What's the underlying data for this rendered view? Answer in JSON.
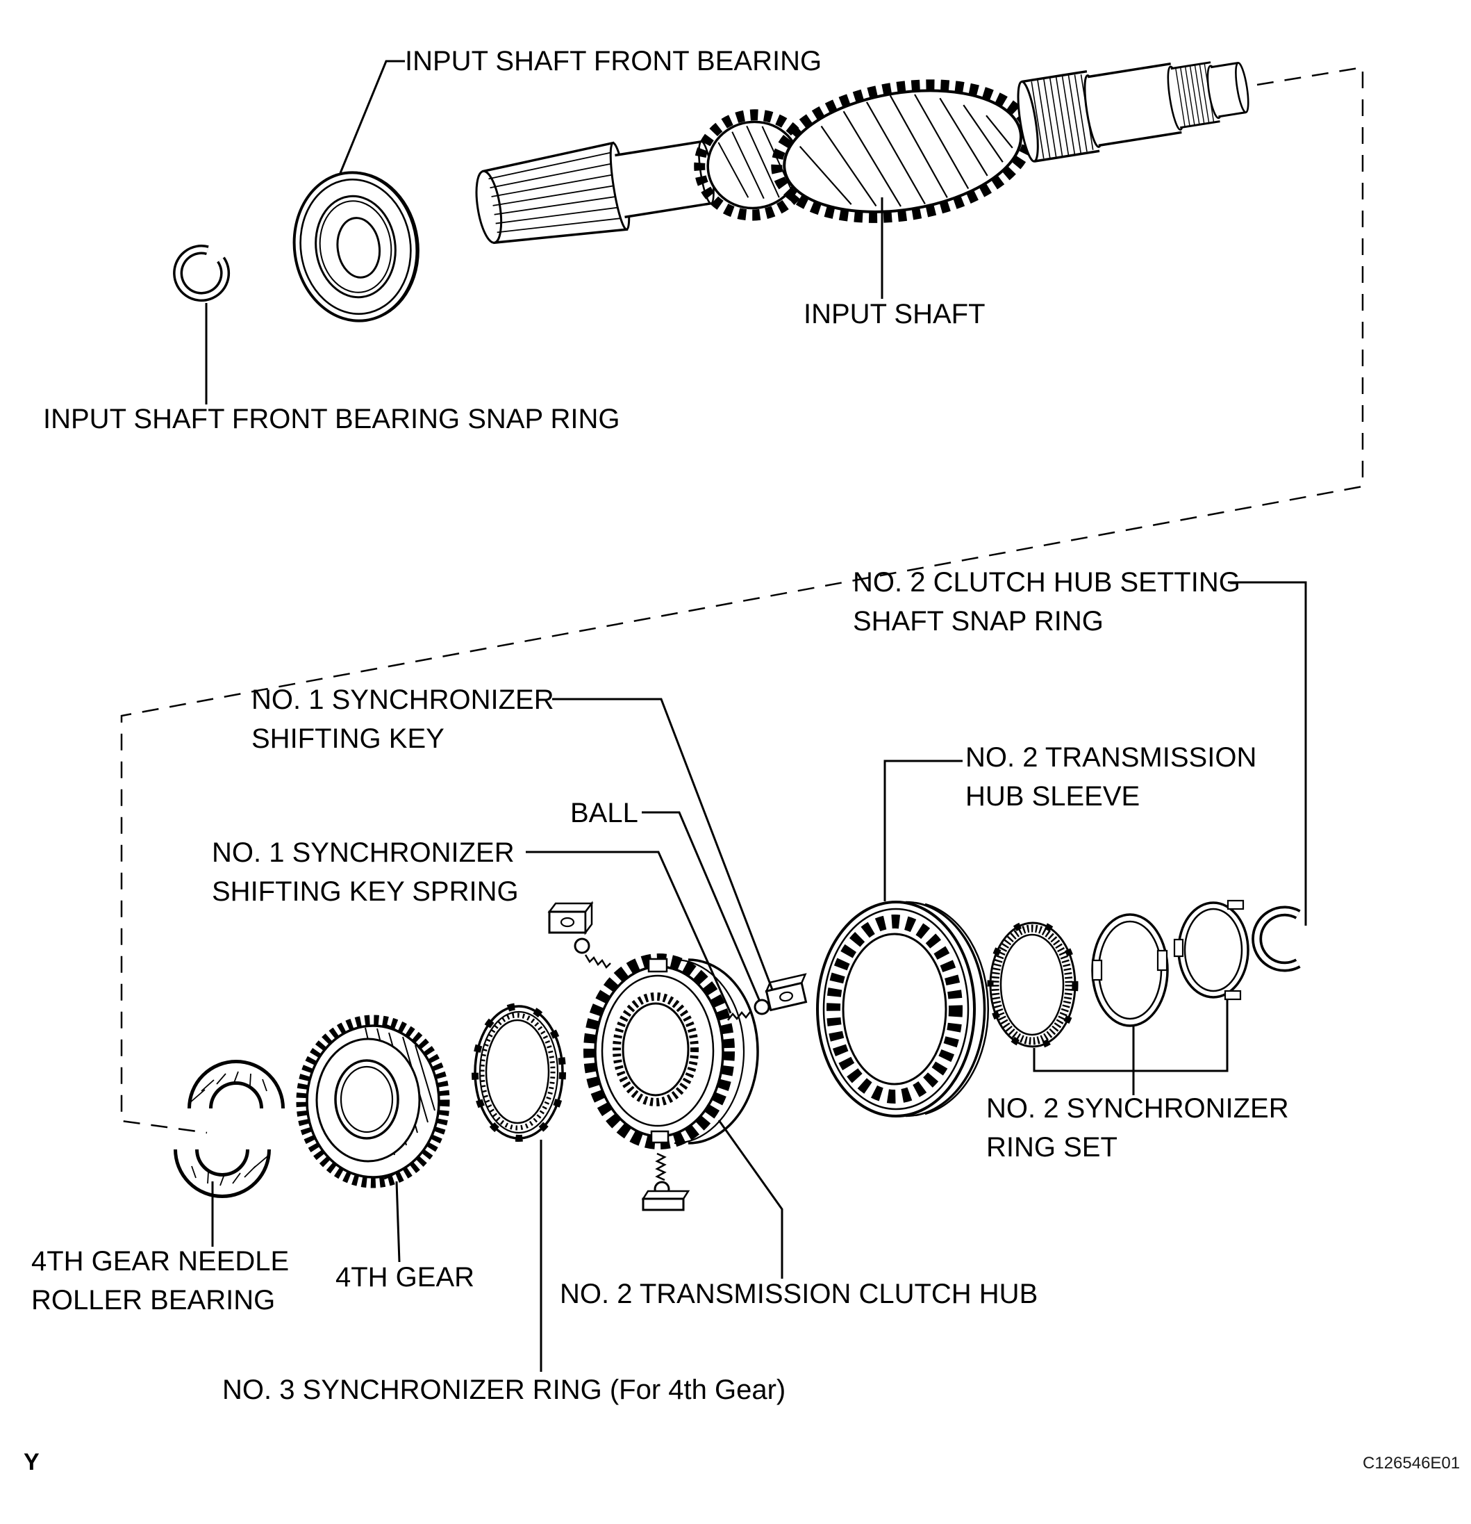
{
  "figure": {
    "page_marker": "Y",
    "figure_code": "C126546E01"
  },
  "labels": {
    "input_shaft_front_bearing": "INPUT SHAFT FRONT BEARING",
    "input_shaft": "INPUT SHAFT",
    "input_shaft_front_bearing_snap_ring": "INPUT SHAFT FRONT BEARING SNAP RING",
    "no2_clutch_hub_setting_shaft_snap_ring": "NO. 2 CLUTCH HUB SETTING\nSHAFT SNAP RING",
    "no1_synchronizer_shifting_key": "NO. 1 SYNCHRONIZER\nSHIFTING KEY",
    "ball": "BALL",
    "no1_synchronizer_shifting_key_spring": "NO. 1 SYNCHRONIZER\nSHIFTING KEY SPRING",
    "no2_transmission_hub_sleeve": "NO. 2 TRANSMISSION\nHUB SLEEVE",
    "no2_synchronizer_ring_set": "NO. 2 SYNCHRONIZER\nRING SET",
    "fourth_gear_needle_roller_bearing": "4TH GEAR NEEDLE\nROLLER BEARING",
    "fourth_gear": "4TH GEAR",
    "no2_transmission_clutch_hub": "NO. 2 TRANSMISSION CLUTCH HUB",
    "no3_synchronizer_ring": "NO. 3 SYNCHRONIZER RING (For 4th Gear)"
  },
  "colors": {
    "line": "#000000",
    "background": "#ffffff"
  }
}
